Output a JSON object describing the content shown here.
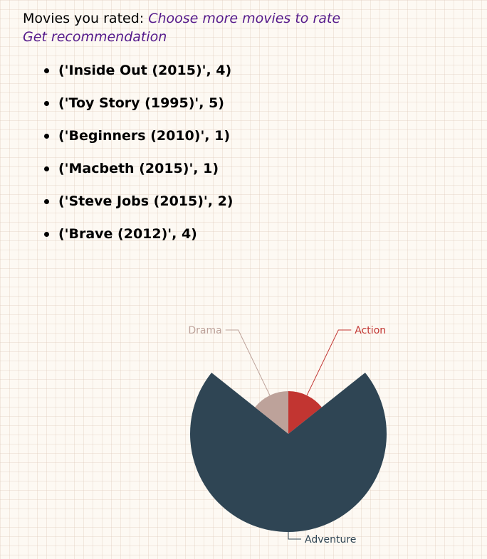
{
  "header": {
    "rated_label": "Movies you rated: ",
    "choose_link": "Choose more movies to rate",
    "recommend_link": "Get recommendation"
  },
  "rated_movies": [
    "('Inside Out (2015)', 4)",
    "('Toy Story (1995)', 5)",
    "('Beginners (2010)', 1)",
    "('Macbeth (2015)', 1)",
    "('Steve Jobs (2015)', 2)",
    "('Brave (2012)', 4)"
  ],
  "chart_data": {
    "type": "pie",
    "rose": "radius",
    "categories": [
      "Action",
      "Adventure",
      "Drama"
    ],
    "values": [
      1,
      5,
      1
    ],
    "colors": [
      "#c23531",
      "#2f4554",
      "#bda29a"
    ]
  }
}
